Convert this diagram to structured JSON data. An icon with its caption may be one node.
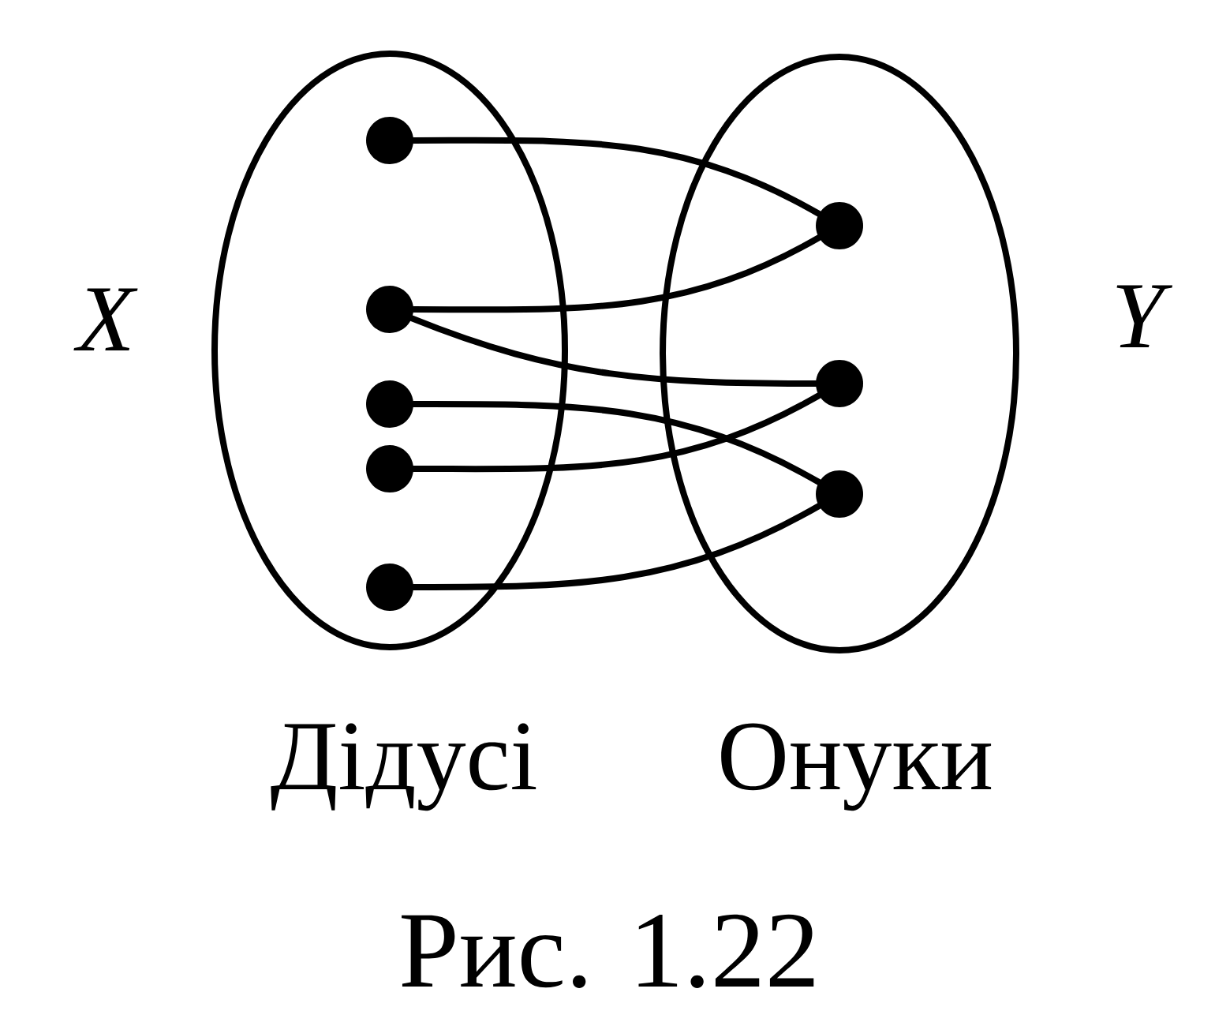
{
  "diagram": {
    "caption": "Рис. 1.22",
    "nodes": [
      {
        "text": [],
        "shape": "ellipse",
        "beside": [
          "X",
          "Дідусі"
        ]
      },
      {
        "text": [],
        "shape": "circle",
        "in": 0
      },
      {
        "text": [],
        "shape": "circle",
        "in": 0
      },
      {
        "text": [],
        "shape": "circle",
        "in": 0
      },
      {
        "text": [],
        "shape": "circle",
        "in": 0
      },
      {
        "text": [],
        "shape": "circle",
        "in": 0
      },
      {
        "text": [],
        "shape": "ellipse",
        "beside": [
          "Y",
          "Онуки"
        ]
      },
      {
        "text": [],
        "shape": "circle",
        "in": 6
      },
      {
        "text": [],
        "shape": "circle",
        "in": 6
      },
      {
        "text": [],
        "shape": "circle",
        "in": 6
      }
    ],
    "edges": [
      {
        "from": 1,
        "to": 7,
        "arrow": "none"
      },
      {
        "from": 2,
        "to": 7,
        "arrow": "none"
      },
      {
        "from": 2,
        "to": 8,
        "arrow": "none"
      },
      {
        "from": 3,
        "to": 9,
        "arrow": "none"
      },
      {
        "from": 4,
        "to": 8,
        "arrow": "none"
      },
      {
        "from": 5,
        "to": 9,
        "arrow": "none"
      }
    ]
  }
}
